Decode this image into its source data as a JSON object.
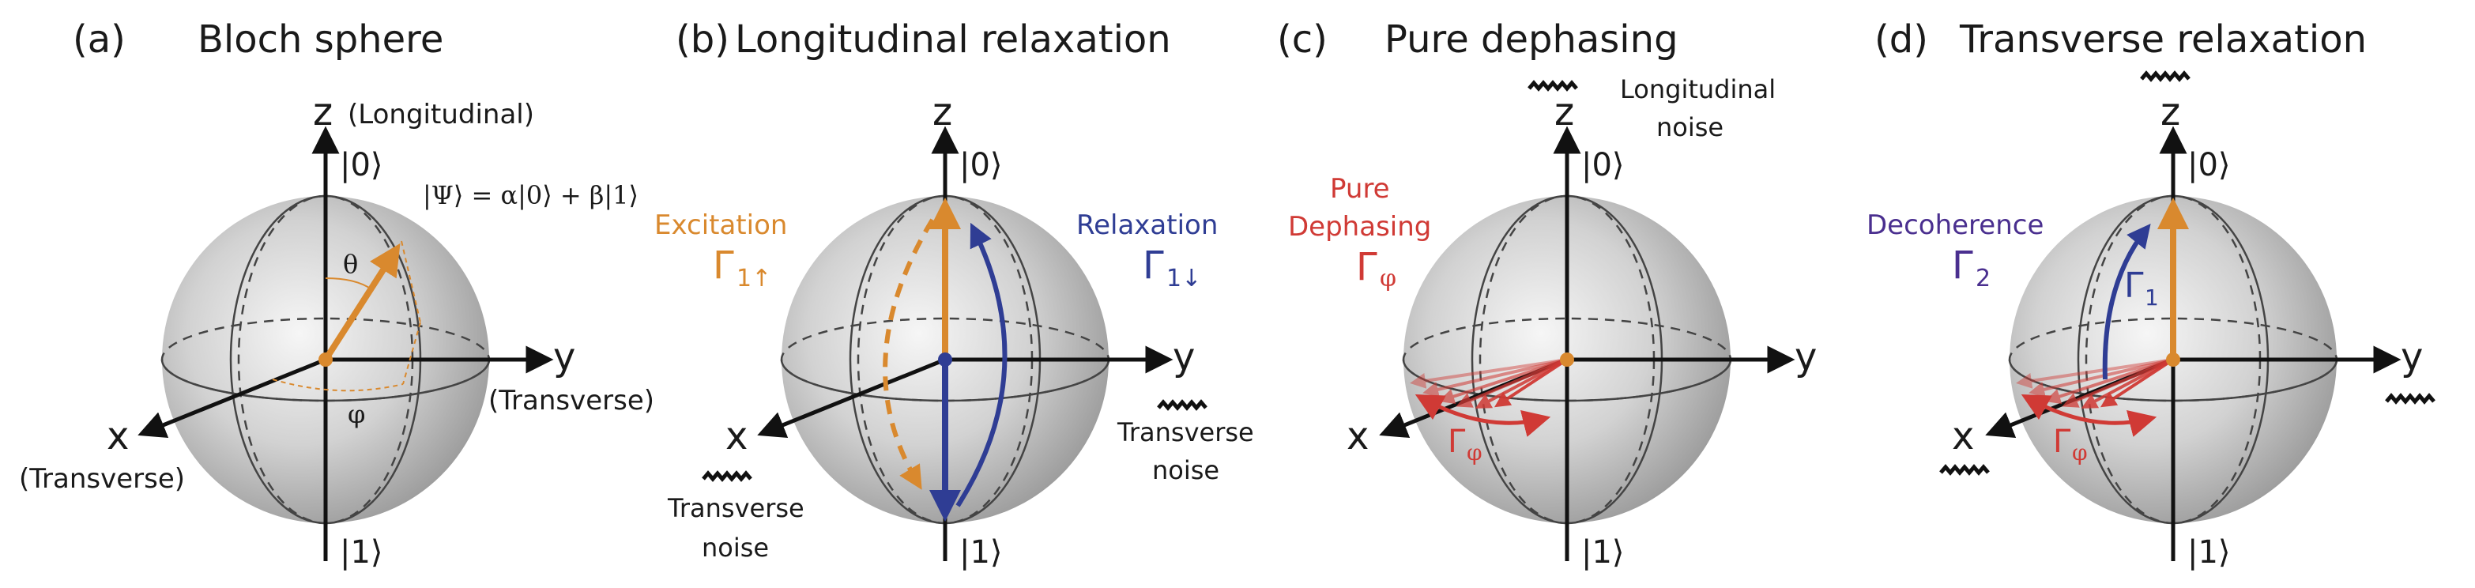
{
  "colors": {
    "orange": "#d9892e",
    "blue": "#2f3d94",
    "red": "#d03a35",
    "purple": "#4a2f8f",
    "sphere_light": "#f4f4f4",
    "sphere_dark": "#9a9a9a",
    "axis": "#111111"
  },
  "panels": [
    {
      "letter": "(a)",
      "title": "Bloch sphere",
      "z": "z",
      "z_sub": "(Longitudinal)",
      "y": "y",
      "x": "x",
      "x_sub": "(Transverse)",
      "y_sub": "(Transverse)",
      "ket0": "|0⟩",
      "ket1": "|1⟩",
      "state": "|Ψ⟩ = α|0⟩ + β|1⟩",
      "theta": "θ",
      "phi": "φ"
    },
    {
      "letter": "(b)",
      "title": "Longitudinal relaxation",
      "z": "z",
      "y": "y",
      "x": "x",
      "ket0": "|0⟩",
      "ket1": "|1⟩",
      "excitation": "Excitation",
      "excitation_sym": "Γ",
      "excitation_sub": "1↑",
      "relaxation": "Relaxation",
      "relaxation_sym": "Γ",
      "relaxation_sub": "1↓",
      "noise_left_1": "Transverse",
      "noise_left_2": "noise",
      "noise_right_1": "Transverse",
      "noise_right_2": "noise"
    },
    {
      "letter": "(c)",
      "title": "Pure dephasing",
      "z": "z",
      "y": "y",
      "x": "x",
      "ket0": "|0⟩",
      "ket1": "|1⟩",
      "pure_1": "Pure",
      "pure_2": "Dephasing",
      "gamma_sym": "Γ",
      "gamma_sub": "φ",
      "noise_1": "Longitudinal",
      "noise_2": "noise"
    },
    {
      "letter": "(d)",
      "title": "Transverse relaxation",
      "z": "z",
      "y": "y",
      "x": "x",
      "ket0": "|0⟩",
      "ket1": "|1⟩",
      "decoherence": "Decoherence",
      "gamma2_sym": "Γ",
      "gamma2_sub": "2",
      "gamma1_sym": "Γ",
      "gamma1_sub": "1",
      "gammaphi_sym": "Γ",
      "gammaphi_sub": "φ"
    }
  ]
}
